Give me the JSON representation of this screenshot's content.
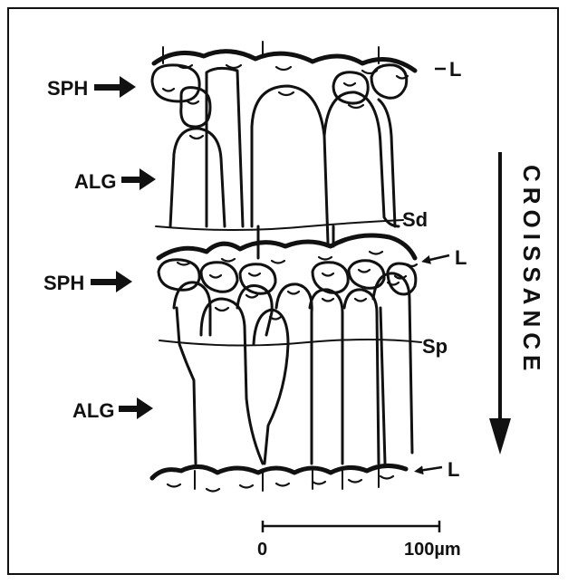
{
  "labels": {
    "sph_top": "SPH",
    "alg_top": "ALG",
    "sph_mid": "SPH",
    "alg_bottom": "ALG",
    "l_top": "L",
    "l_mid": "L",
    "l_bottom": "L",
    "sd": "Sd",
    "sp": "Sp",
    "growth": "CROISSANCE"
  },
  "scale_bar": {
    "start_label": "0",
    "end_label": "100µm"
  }
}
